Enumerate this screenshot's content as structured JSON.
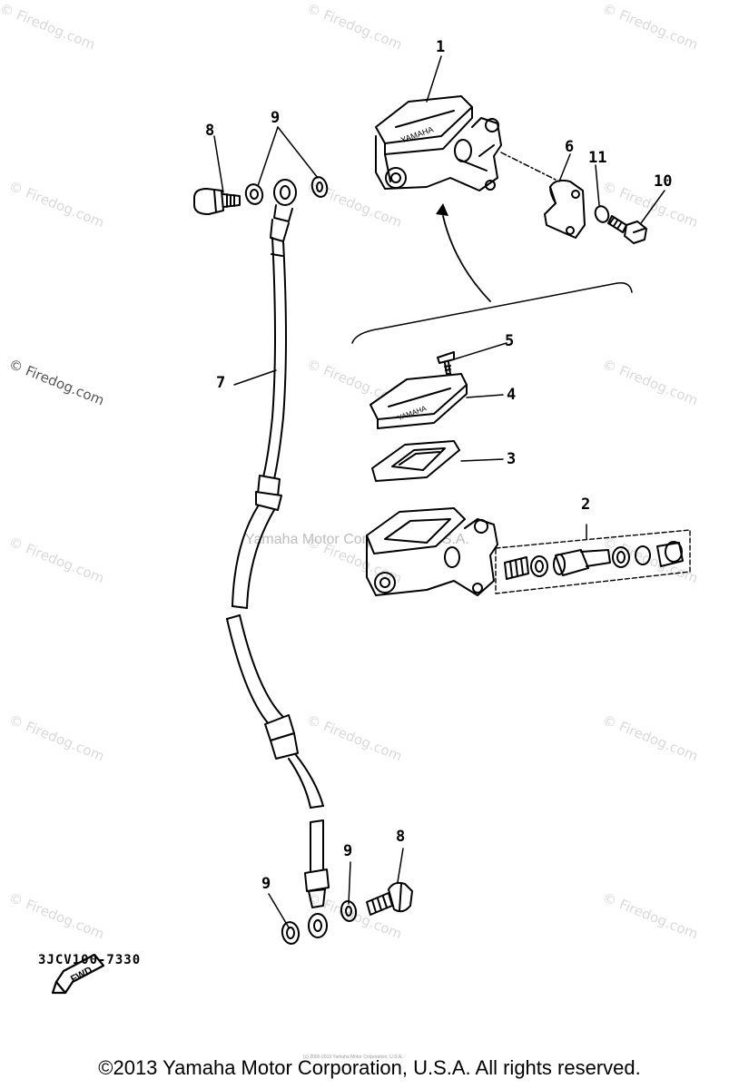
{
  "watermark": {
    "site": "© Firedog.com",
    "center": "Yamaha Motor Corporation, U.S.A."
  },
  "callouts": {
    "c1": "1",
    "c2": "2",
    "c3": "3",
    "c4": "4",
    "c5": "5",
    "c6": "6",
    "c7": "7",
    "c8a": "8",
    "c8b": "8",
    "c9a": "9",
    "c9b": "9",
    "c9c": "9",
    "c10": "10",
    "c11": "11"
  },
  "emblems": {
    "fwd": "FWD",
    "reservoir_logo": "YAMAHA"
  },
  "part_code": "3JCV100-7330",
  "small_note": "(c) 2000-2013 Yamaha Motor Corporation, U.S.A.",
  "copyright": "©2013 Yamaha Motor Corporation, U.S.A. All rights reserved."
}
